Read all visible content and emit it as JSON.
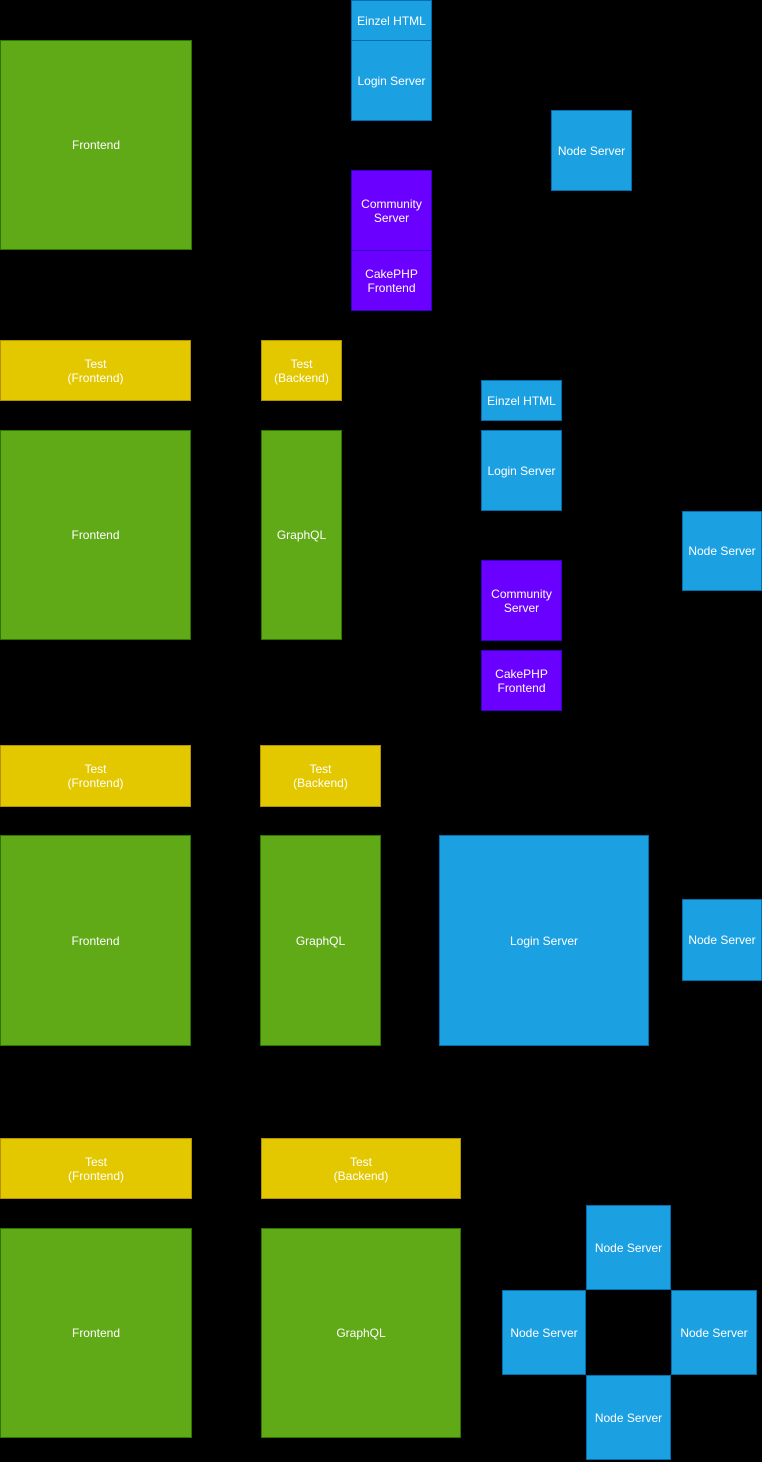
{
  "canvas": {
    "background": "#000000",
    "text_color": "#FFFFFF"
  },
  "palette": {
    "green": {
      "fill": "#60A917",
      "stroke": "#2D7600"
    },
    "yellow": {
      "fill": "#E3C800",
      "stroke": "#B09500"
    },
    "blue": {
      "fill": "#1BA1E2",
      "stroke": "#006EAF"
    },
    "purple": {
      "fill": "#6A00FF",
      "stroke": "#3700CC"
    }
  },
  "nodes": {
    "s1_frontend": {
      "label": "Frontend",
      "color": "green"
    },
    "s1_einzel_html": {
      "label": "Einzel HTML",
      "color": "blue"
    },
    "s1_login_server": {
      "label": "Login Server",
      "color": "blue"
    },
    "s1_community_server": {
      "label": "Community\nServer",
      "color": "purple"
    },
    "s1_cakephp_frontend": {
      "label": "CakePHP\nFrontend",
      "color": "purple"
    },
    "s1_node_server": {
      "label": "Node Server",
      "color": "blue"
    },
    "s2_test_frontend": {
      "label": "Test\n(Frontend)",
      "color": "yellow"
    },
    "s2_test_backend": {
      "label": "Test\n(Backend)",
      "color": "yellow"
    },
    "s2_frontend": {
      "label": "Frontend",
      "color": "green"
    },
    "s2_graphql": {
      "label": "GraphQL",
      "color": "green"
    },
    "s2_einzel_html": {
      "label": "Einzel HTML",
      "color": "blue"
    },
    "s2_login_server": {
      "label": "Login Server",
      "color": "blue"
    },
    "s2_community_server": {
      "label": "Community\nServer",
      "color": "purple"
    },
    "s2_cakephp_frontend": {
      "label": "CakePHP\nFrontend",
      "color": "purple"
    },
    "s2_node_server": {
      "label": "Node Server",
      "color": "blue"
    },
    "s3_test_frontend": {
      "label": "Test\n(Frontend)",
      "color": "yellow"
    },
    "s3_test_backend": {
      "label": "Test\n(Backend)",
      "color": "yellow"
    },
    "s3_frontend": {
      "label": "Frontend",
      "color": "green"
    },
    "s3_graphql": {
      "label": "GraphQL",
      "color": "green"
    },
    "s3_login_server": {
      "label": "Login Server",
      "color": "blue"
    },
    "s3_node_server": {
      "label": "Node Server",
      "color": "blue"
    },
    "s4_test_frontend": {
      "label": "Test\n(Frontend)",
      "color": "yellow"
    },
    "s4_test_backend": {
      "label": "Test\n(Backend)",
      "color": "yellow"
    },
    "s4_frontend": {
      "label": "Frontend",
      "color": "green"
    },
    "s4_graphql": {
      "label": "GraphQL",
      "color": "green"
    },
    "s4_node_server_top": {
      "label": "Node Server",
      "color": "blue"
    },
    "s4_node_server_left": {
      "label": "Node Server",
      "color": "blue"
    },
    "s4_node_server_right": {
      "label": "Node Server",
      "color": "blue"
    },
    "s4_node_server_bottom": {
      "label": "Node Server",
      "color": "blue"
    }
  }
}
